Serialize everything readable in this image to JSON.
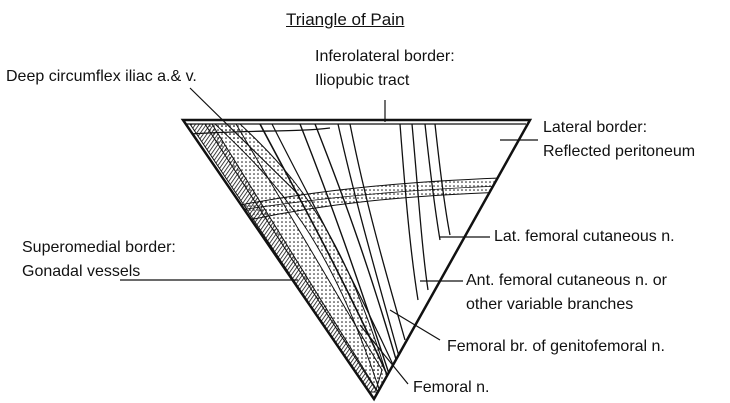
{
  "title": "Triangle of Pain",
  "labels": {
    "inferolateral_border": "Inferolateral border:",
    "inferolateral_structure": "Iliopubic tract",
    "deep_circumflex": "Deep circumflex iliac a.& v.",
    "lateral_border": "Lateral border:",
    "lateral_structure": "Reflected peritoneum",
    "lat_femoral_cutaneous": "Lat. femoral cutaneous n.",
    "superomedial_border": "Superomedial border:",
    "superomedial_structure": "Gonadal vessels",
    "ant_femoral_cutaneous_1": "Ant. femoral cutaneous n. or",
    "ant_femoral_cutaneous_2": "other variable branches",
    "femoral_branch": "Femoral br. of genitofemoral n.",
    "femoral_nerve": "Femoral n."
  },
  "colors": {
    "ink": "#111111",
    "background": "#ffffff"
  }
}
